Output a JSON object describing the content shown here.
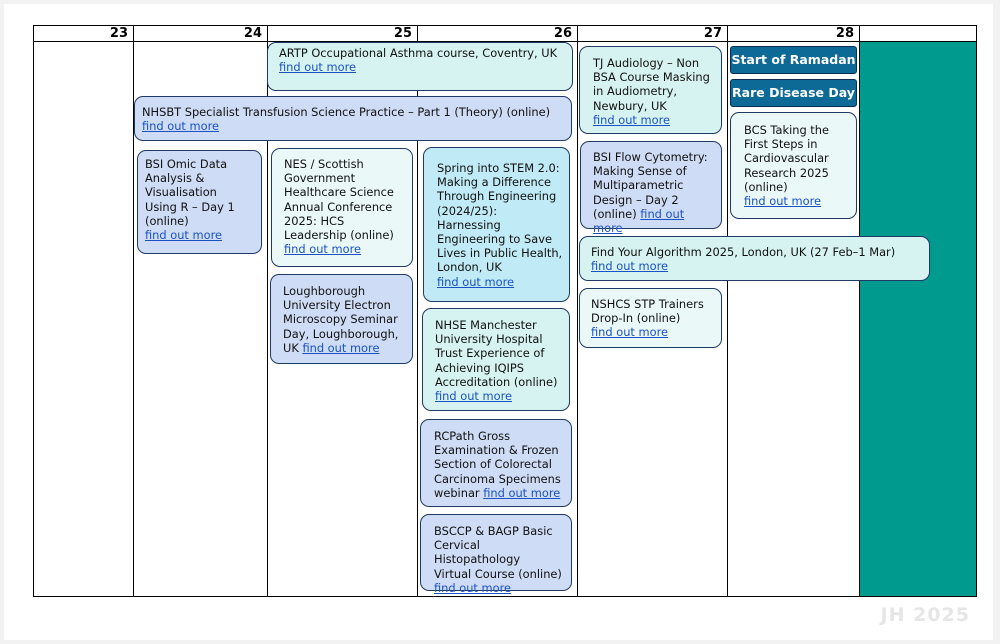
{
  "days": [
    "23",
    "24",
    "25",
    "26",
    "27",
    "28"
  ],
  "tags": {
    "ramadan": "Start of Ramadan",
    "rare_disease": "Rare Disease Day"
  },
  "link_text": "find out more",
  "events": {
    "artp": "ARTP Occupational Asthma course, Coventry, UK",
    "nhsbt": "NHSBT Specialist Transfusion Science Practice – Part 1 (Theory) (online)",
    "bsi_omic": [
      "BSI Omic Data",
      "Analysis &",
      "Visualisation",
      "Using R – Day 1",
      "(online)"
    ],
    "nes": [
      "NES / Scottish",
      "Government",
      "Healthcare Science",
      "Annual Conference",
      "2025: HCS",
      "Leadership (online)"
    ],
    "loughborough": [
      "Loughborough",
      "University Electron",
      "Microscopy Seminar",
      "Day, Loughborough,",
      "UK"
    ],
    "stem": [
      "Spring into STEM 2.0:",
      "Making a Difference",
      "Through Engineering",
      "(2024/25):",
      "Harnessing",
      "Engineering to Save",
      "Lives in Public Health,",
      "London, UK"
    ],
    "nhse": [
      "NHSE Manchester",
      "University Hospital",
      "Trust Experience of",
      "Achieving IQIPS",
      "Accreditation (online)"
    ],
    "rcpath": [
      "RCPath Gross",
      "Examination & Frozen",
      "Section of Colorectal",
      "Carcinoma Specimens",
      "webinar"
    ],
    "bsccp": [
      "BSCCP & BAGP Basic",
      "Cervical Histopathology",
      "Virtual Course (online)"
    ],
    "tj": [
      "TJ Audiology – Non",
      "BSA Course Masking",
      "in Audiometry,",
      "Newbury, UK"
    ],
    "bsi_flow": [
      "BSI Flow Cytometry:",
      "Making Sense of",
      "Multiparametric",
      "Design – Day 2",
      "(online)"
    ],
    "find_algo": "Find Your Algorithm 2025, London, UK (27 Feb–1 Mar)",
    "nshcs": [
      "NSHCS STP Trainers",
      "Drop-In (online)"
    ],
    "bcs": [
      "BCS Taking the",
      "First Steps in",
      "Cardiovascular",
      "Research 2025",
      "(online)"
    ]
  },
  "watermark": "JH 2025",
  "colors": {
    "sunday_fill": "#009a8f",
    "tag_fill": "#0d6a96",
    "link": "#1a52c4"
  }
}
